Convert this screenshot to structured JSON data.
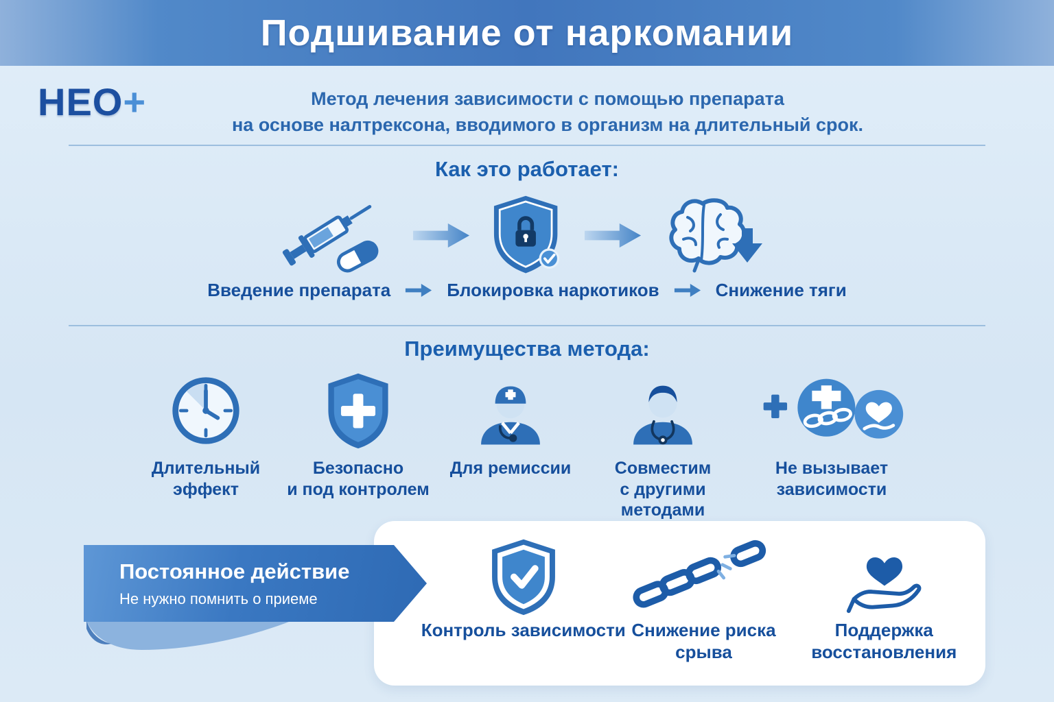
{
  "header": {
    "title": "Подшивание от наркомании"
  },
  "logo": {
    "text": "НЕО",
    "plus": "+"
  },
  "intro": {
    "line1": "Метод лечения зависимости с помощью препарата",
    "line2": "на основе налтрексона, вводимого в организм на длительный срок."
  },
  "how_it_works": {
    "heading": "Как это работает:",
    "steps": [
      {
        "icon": "syringe-pill-icon",
        "label": "Введение препарата"
      },
      {
        "icon": "shield-lock-icon",
        "label": "Блокировка наркотиков"
      },
      {
        "icon": "brain-arrow-down-icon",
        "label": "Снижение тяги"
      }
    ]
  },
  "advantages": {
    "heading": "Преимущества метода:",
    "items": [
      {
        "icon": "clock-icon",
        "label": "Длительный эффект"
      },
      {
        "icon": "shield-cross-icon",
        "label": "Безопасно\nи под контролем"
      },
      {
        "icon": "doctor-cap-icon",
        "label": "Для ремиссии"
      },
      {
        "icon": "doctor-stethoscope-icon",
        "label": "Совместим\nс другими\nметодами"
      },
      {
        "icon": "no-addiction-icon",
        "label": "Не вызывает\nзависимости"
      }
    ]
  },
  "bottom": {
    "ribbon": {
      "title": "Постоянное действие",
      "subtitle": "Не нужно помнить о приеме"
    },
    "items": [
      {
        "icon": "shield-check-icon",
        "label": "Контроль зависимости"
      },
      {
        "icon": "broken-chain-icon",
        "label": "Снижение риска срыва"
      },
      {
        "icon": "hand-heart-icon",
        "label": "Поддержка\nвосстановления"
      }
    ]
  },
  "colors": {
    "primary_blue": "#2e6fb7",
    "dark_blue": "#164f9c",
    "header_blue": "#4176bd",
    "light_background": "#dcebf7",
    "panel_white": "#ffffff"
  }
}
